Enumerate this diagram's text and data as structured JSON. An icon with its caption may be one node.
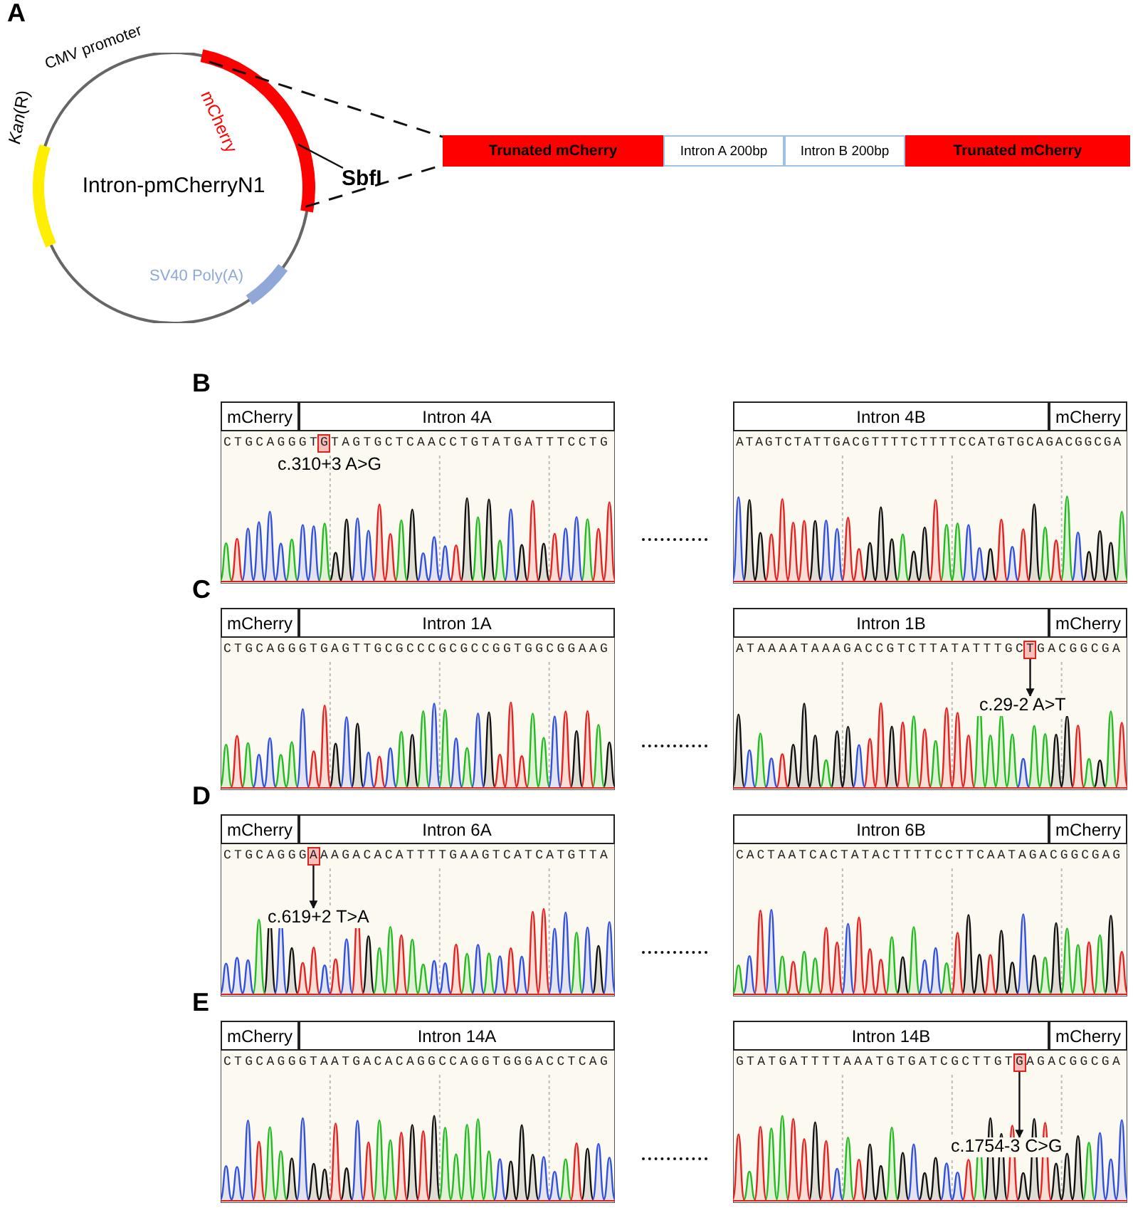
{
  "diagram": {
    "nodes": [
      {
        "text": [
          "Intron-pmCherryN1"
        ]
      },
      {
        "text": [],
        "shape": "bar"
      },
      {
        "text": [
          "SbfI"
        ]
      },
      {
        "text": [
          "Trunated mCherry"
        ]
      },
      {
        "text": [
          "Intron A 200bp"
        ]
      },
      {
        "text": [
          "Intron B 200bp"
        ]
      },
      {
        "text": [
          "Trunated mCherry"
        ]
      },
      {
        "text": [
          "mCherry"
        ]
      },
      {
        "text": [
          "Intron 4A"
        ]
      },
      {
        "text": [
          "Intron 4B"
        ]
      },
      {
        "text": [
          "mCherry"
        ]
      },
      {
        "text": [
          "mCherry"
        ]
      },
      {
        "text": [
          "Intron 1A"
        ]
      },
      {
        "text": [
          "Intron 1B"
        ]
      },
      {
        "text": [
          "mCherry"
        ]
      },
      {
        "text": [],
        "shape": "box"
      },
      {
        "text": [
          "c.29-2 A>T"
        ]
      },
      {
        "text": [
          "mCherry"
        ]
      },
      {
        "text": [
          "Intron 6A"
        ]
      },
      {
        "text": [
          "Intron 6B"
        ]
      },
      {
        "text": [
          "mCherry"
        ]
      },
      {
        "text": [],
        "shape": "box"
      },
      {
        "text": [
          "c.619+2 T>A"
        ]
      },
      {
        "text": [
          "mCherry"
        ]
      },
      {
        "text": [
          "Intron 14A"
        ]
      },
      {
        "text": [
          "Intron 14B"
        ]
      },
      {
        "text": [
          "mCherry"
        ]
      },
      {
        "text": [],
        "shape": "box"
      },
      {
        "text": [
          "c.1754-3 C>G"
        ]
      }
    ],
    "edges": [
      {
        "from": 2,
        "to": 1,
        "arrow": "none"
      },
      {
        "from": 1,
        "to": 3,
        "arrow": "none",
        "style": "dashed"
      },
      {
        "from": 1,
        "to": 3,
        "arrow": "none",
        "style": "dashed"
      },
      {
        "from": 15,
        "to": 16,
        "arrow": "to"
      },
      {
        "from": 21,
        "to": 22,
        "arrow": "to"
      },
      {
        "from": 27,
        "to": 28,
        "arrow": "to"
      }
    ],
    "labels": [
      "A",
      "CMV promoter",
      "*Kan*(R)",
      "mCherry",
      "SV40 Poly(A)",
      "B",
      "CTGCAGGGTGTAGTGCTCAACCTGTATGATTTCCTG",
      "ATAGTCTATTGACGTTTTCTTTTCCATGTGCAGACGGCGA",
      "c.310+3 A>G",
      "C",
      "CTGCAGGGTGAGTTGCGCCCGCGCCGGTGGCGGAAG",
      "ATAAAATAAAGACCGTCTTATATTTGCTGACGGCGA",
      "D",
      "CTGCAGGGAAAGACACATTTTGAAGTCATCATGTTA",
      "CACTAATCACTATACTTTTCCTTCAATAGACGGCGAG",
      "E",
      "CTGCAGGGTAATGACACAGGCCAGGTGGGACCTCAG",
      "GTATGATTTTAAATGTGATCGCTTGTGAGACGGCGA"
    ]
  }
}
